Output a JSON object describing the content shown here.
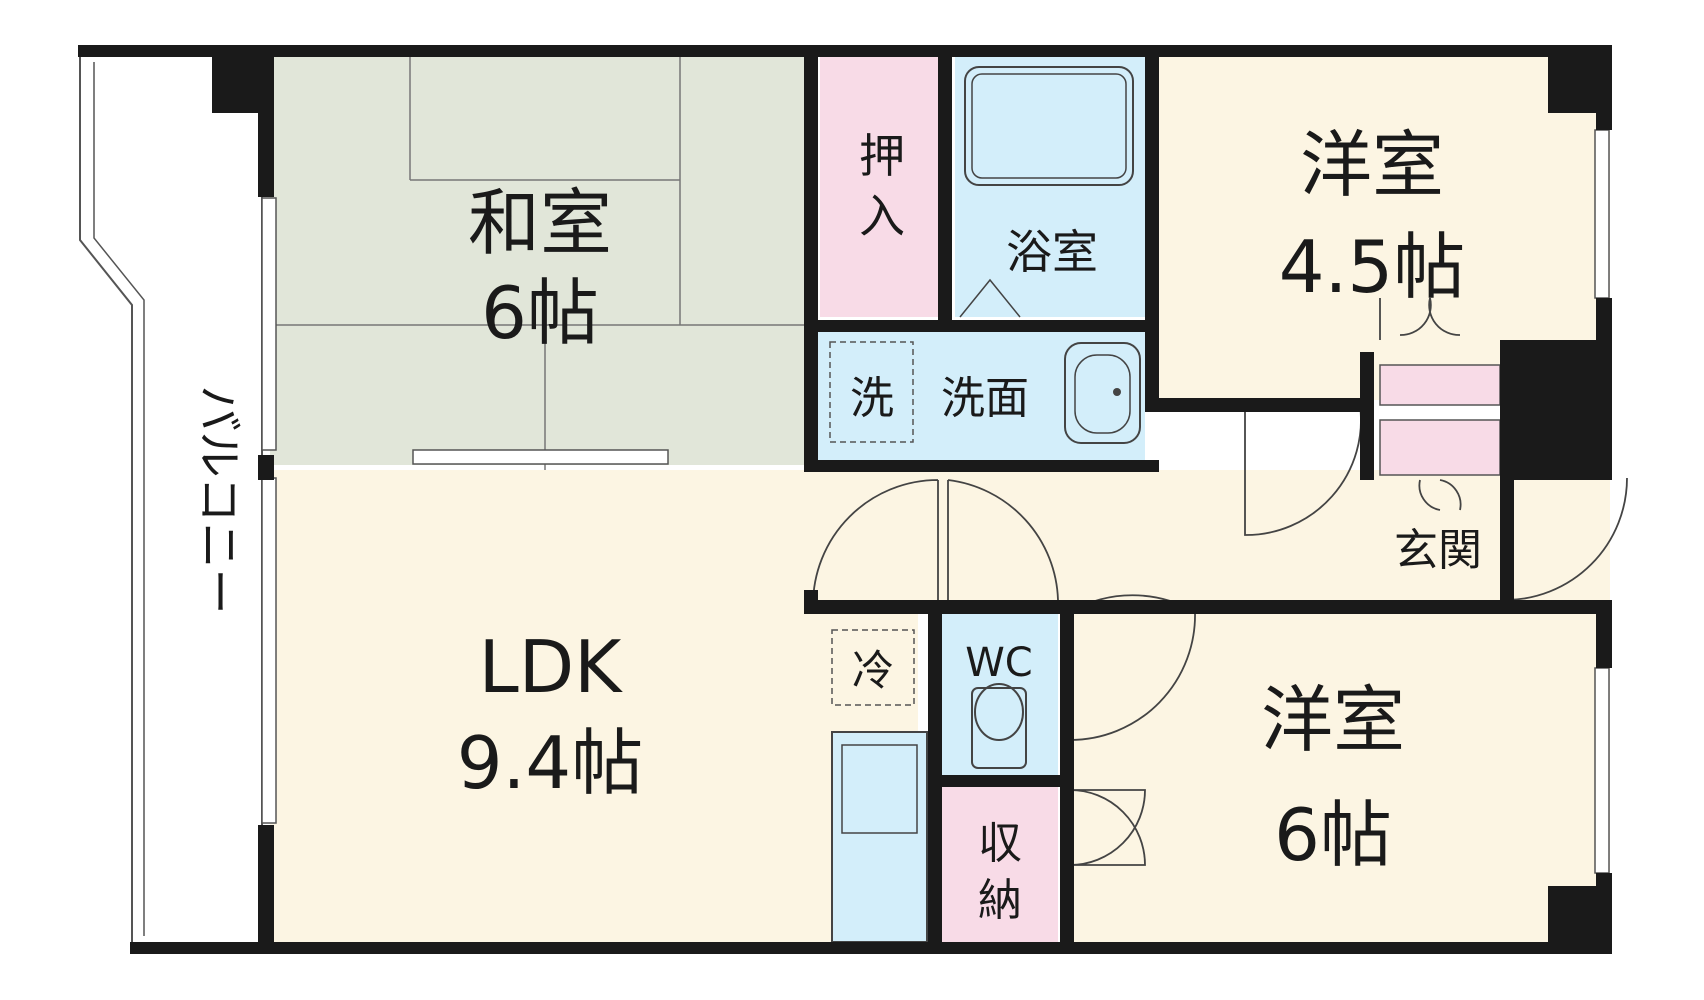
{
  "colors": {
    "wall": "#1a1a1a",
    "tatami": "#e1e6d9",
    "floor": "#fcf5e3",
    "water": "#d3eefa",
    "closet": "#f8dbe7",
    "balcony": "#ffffff"
  },
  "rooms": {
    "washitsu": {
      "name": "和室",
      "size": "6帖"
    },
    "yoshitsu_upper": {
      "name": "洋室",
      "size": "4.5帖"
    },
    "yoshitsu_lower": {
      "name": "洋室",
      "size": "6帖"
    },
    "ldk": {
      "name": "LDK",
      "size": "9.4帖"
    },
    "oshiire": {
      "line1": "押",
      "line2": "入"
    },
    "bath": {
      "name": "浴室"
    },
    "washroom": {
      "name": "洗面"
    },
    "washer": {
      "name": "洗"
    },
    "fridge": {
      "name": "冷"
    },
    "wc": {
      "name": "WC"
    },
    "storage": {
      "line1": "収",
      "line2": "納"
    },
    "entrance": {
      "name": "玄関"
    },
    "balcony": {
      "name": "バルコニー"
    }
  }
}
